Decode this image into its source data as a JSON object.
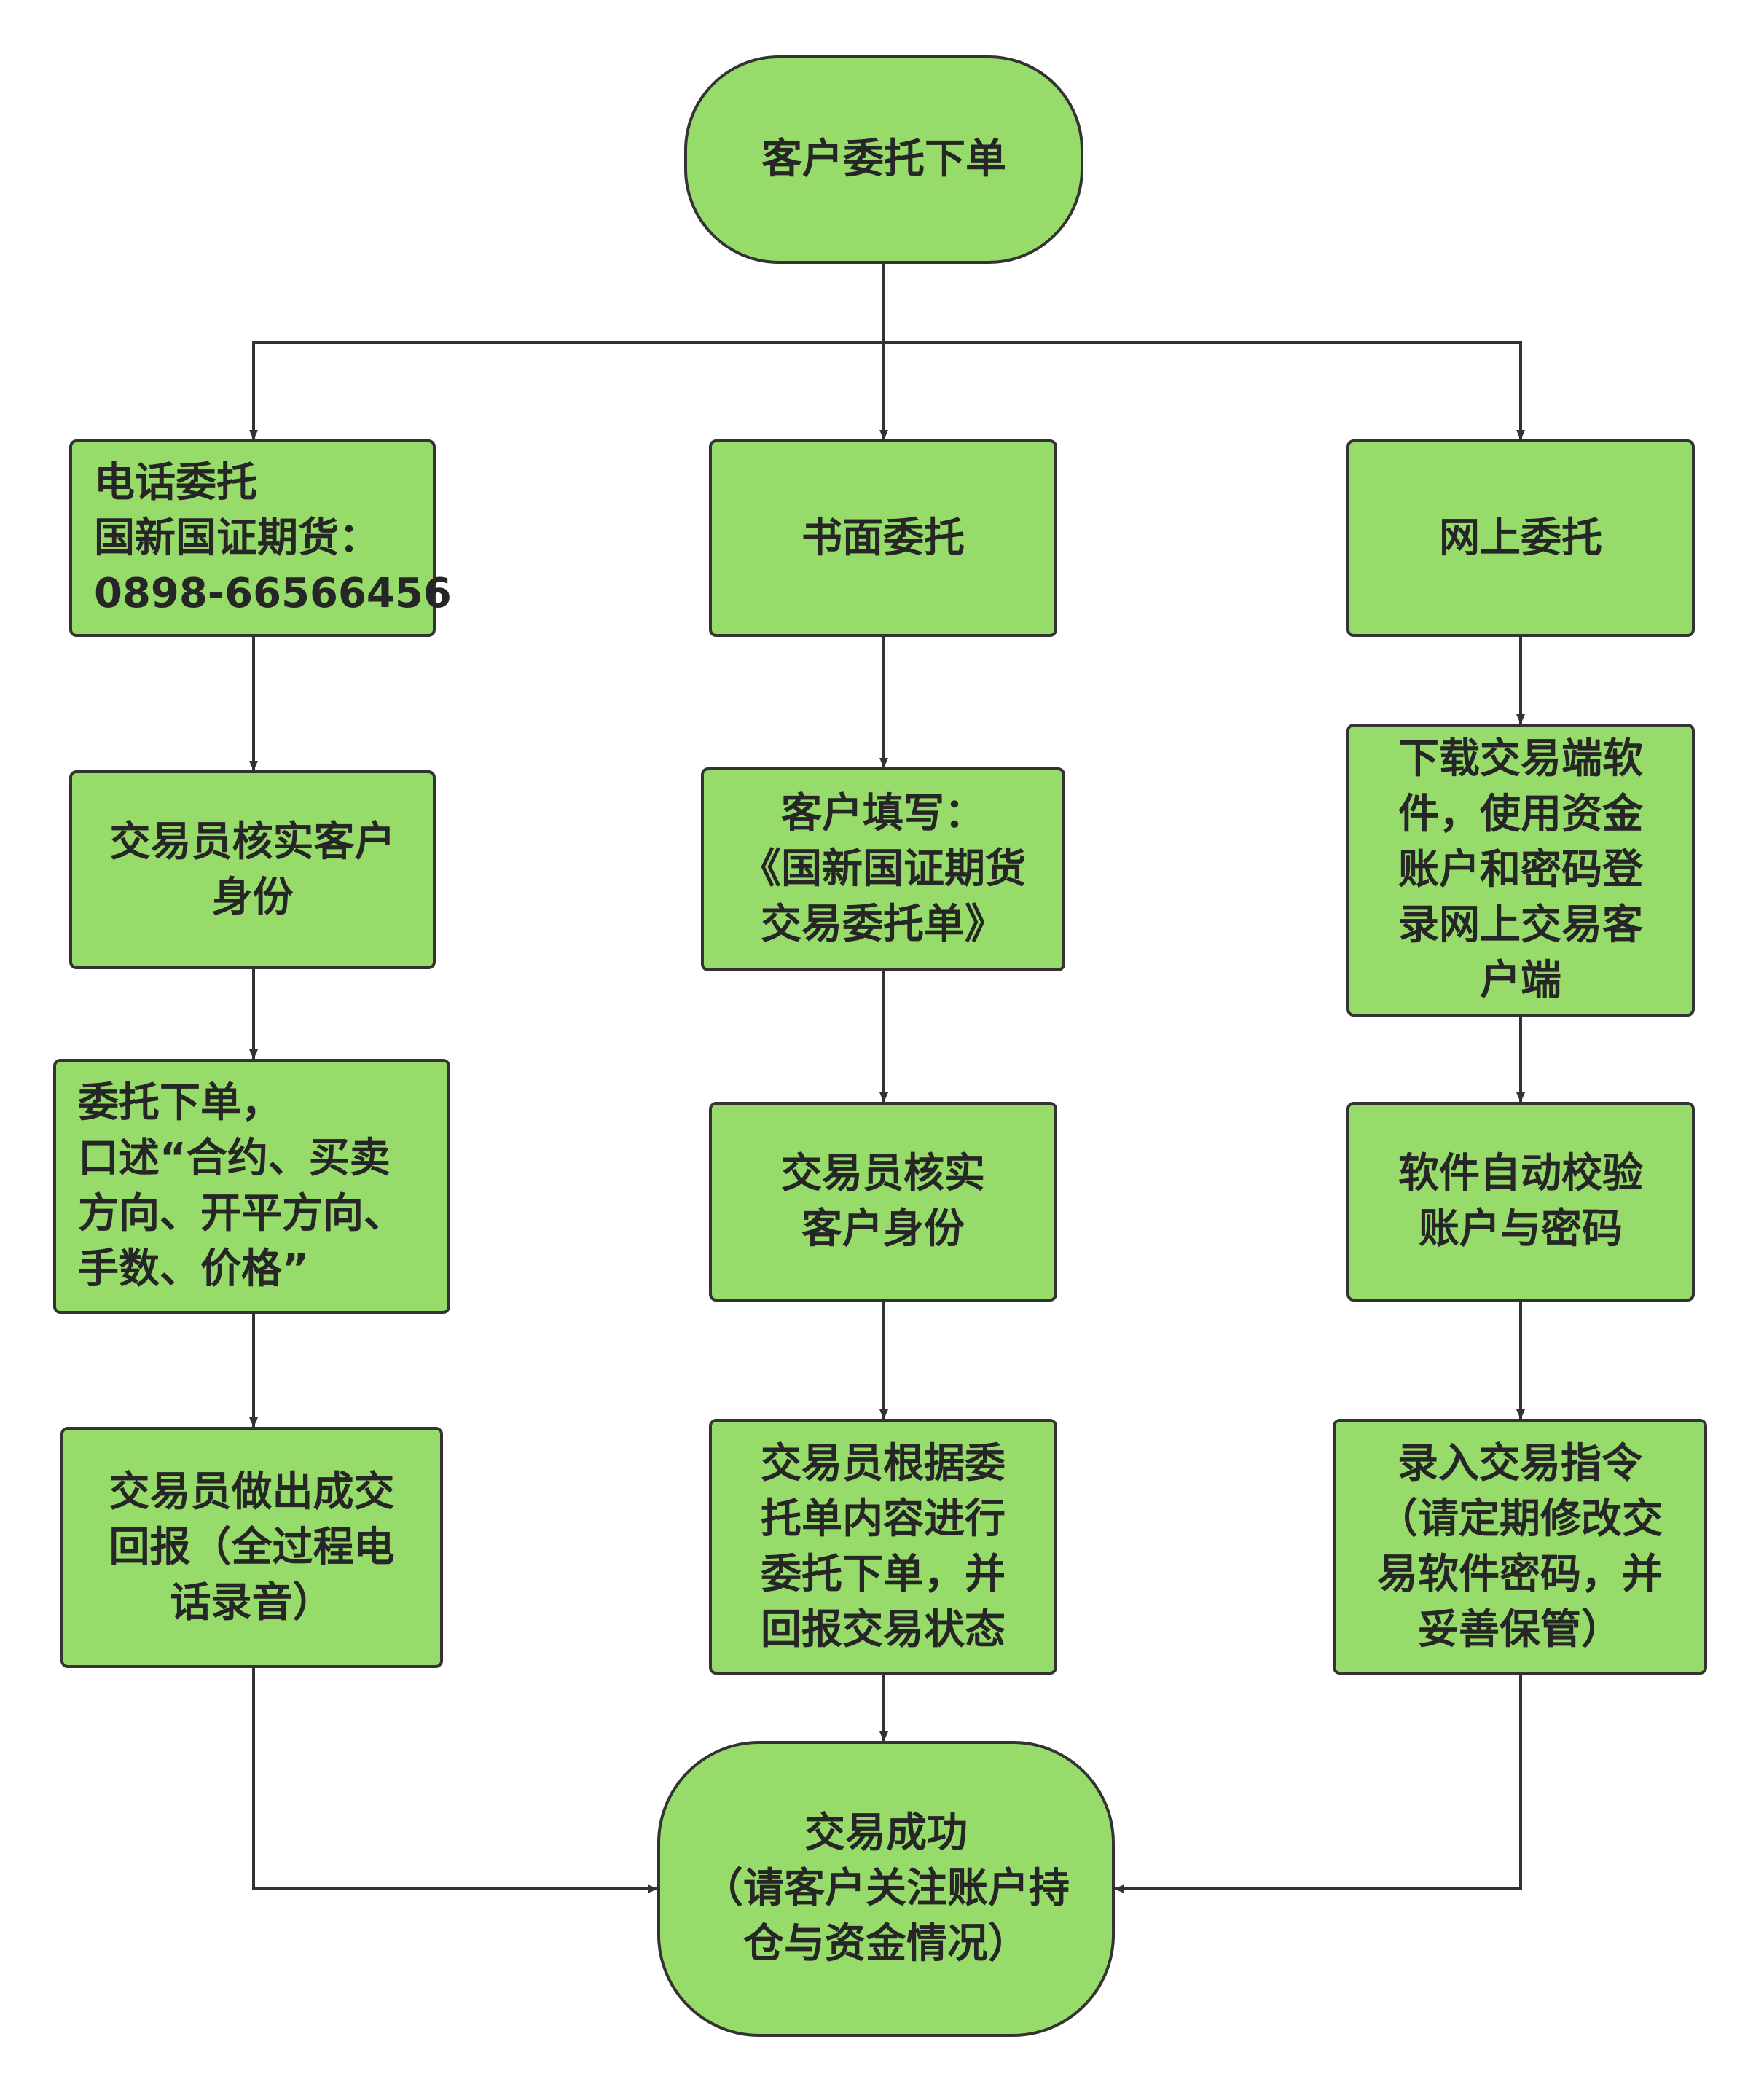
{
  "colors": {
    "node_fill": "#97db6a",
    "node_border": "#333333",
    "text": "#262626",
    "connector": "#333333"
  },
  "nodes": [
    {
      "id": "start",
      "shape": "terminal",
      "lines": [
        "客户委托下单"
      ]
    },
    {
      "id": "phone",
      "shape": "process",
      "lines": [
        "电话委托",
        "国新国证期货：",
        "0898-66566456"
      ]
    },
    {
      "id": "written",
      "shape": "process",
      "lines": [
        "书面委托"
      ]
    },
    {
      "id": "online",
      "shape": "process",
      "lines": [
        "网上委托"
      ]
    },
    {
      "id": "phone_verify",
      "shape": "process",
      "lines": [
        "交易员核实客户",
        "身份"
      ]
    },
    {
      "id": "written_fill",
      "shape": "process",
      "lines": [
        "客户填写：",
        "《国新国证期货",
        "交易委托单》"
      ]
    },
    {
      "id": "online_download",
      "shape": "process",
      "lines": [
        "下载交易端软",
        "件，使用资金",
        "账户和密码登",
        "录网上交易客",
        "户端"
      ]
    },
    {
      "id": "phone_order",
      "shape": "process",
      "lines": [
        "委托下单，",
        "口述“合约、买卖",
        "方向、开平方向、",
        "手数、价格”"
      ]
    },
    {
      "id": "written_verify",
      "shape": "process",
      "lines": [
        "交易员核实",
        "客户身份"
      ]
    },
    {
      "id": "online_check",
      "shape": "process",
      "lines": [
        "软件自动校验",
        "账户与密码"
      ]
    },
    {
      "id": "phone_report",
      "shape": "process",
      "lines": [
        "交易员做出成交",
        "回报（全过程电",
        "话录音）"
      ]
    },
    {
      "id": "written_order",
      "shape": "process",
      "lines": [
        "交易员根据委",
        "托单内容进行",
        "委托下单，并",
        "回报交易状态"
      ]
    },
    {
      "id": "online_input",
      "shape": "process",
      "lines": [
        "录入交易指令",
        "（请定期修改交",
        "易软件密码，并",
        "妥善保管）"
      ]
    },
    {
      "id": "end",
      "shape": "terminal",
      "lines": [
        "交易成功",
        "（请客户关注账户持",
        "仓与资金情况）"
      ]
    }
  ],
  "edges": [
    [
      "start",
      "phone"
    ],
    [
      "start",
      "written"
    ],
    [
      "start",
      "online"
    ],
    [
      "phone",
      "phone_verify"
    ],
    [
      "phone_verify",
      "phone_order"
    ],
    [
      "phone_order",
      "phone_report"
    ],
    [
      "phone_report",
      "end"
    ],
    [
      "written",
      "written_fill"
    ],
    [
      "written_fill",
      "written_verify"
    ],
    [
      "written_verify",
      "written_order"
    ],
    [
      "written_order",
      "end"
    ],
    [
      "online",
      "online_download"
    ],
    [
      "online_download",
      "online_check"
    ],
    [
      "online_check",
      "online_input"
    ],
    [
      "online_input",
      "end"
    ]
  ]
}
